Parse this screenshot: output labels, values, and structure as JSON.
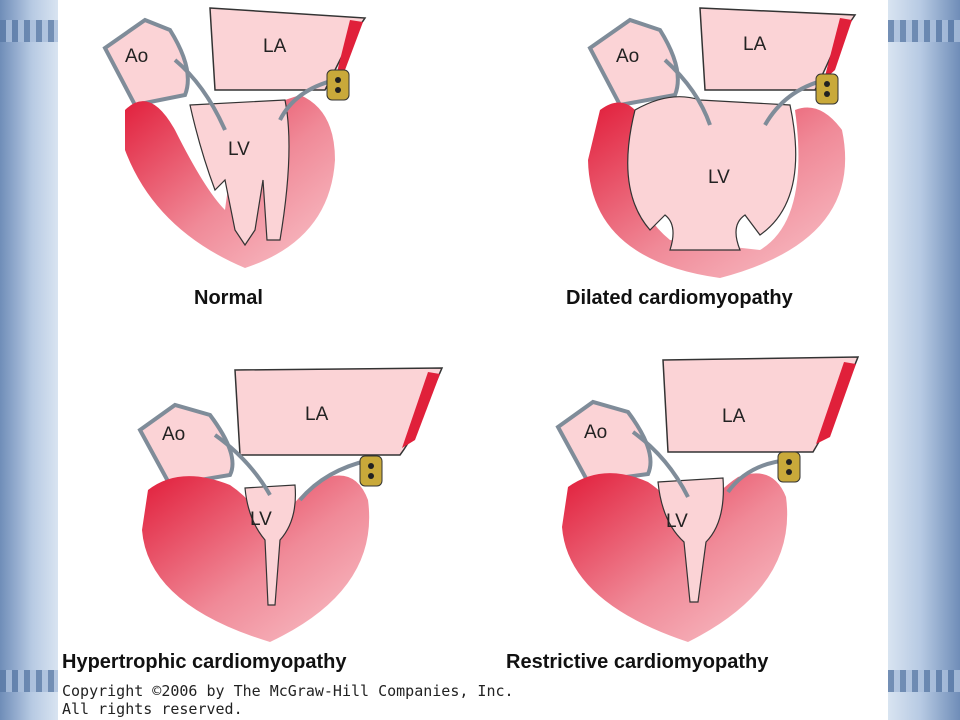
{
  "panels": [
    {
      "id": "normal",
      "caption": "Normal",
      "ao": "Ao",
      "la": "LA",
      "lv": "LV"
    },
    {
      "id": "dilated",
      "caption": "Dilated cardiomyopathy",
      "ao": "Ao",
      "la": "LA",
      "lv": "LV"
    },
    {
      "id": "hypertrophic",
      "caption": "Hypertrophic cardiomyopathy",
      "ao": "Ao",
      "la": "LA",
      "lv": "LV"
    },
    {
      "id": "restrictive",
      "caption": "Restrictive cardiomyopathy",
      "ao": "Ao",
      "la": "LA",
      "lv": "LV"
    }
  ],
  "copyright": {
    "line1": "Copyright ©2006 by The McGraw-Hill Companies, Inc.",
    "line2": "All rights reserved."
  },
  "colors": {
    "muscle_dark": "#e0203a",
    "muscle_light": "#f7b5bd",
    "chamber": "#fbd3d6",
    "valve": "#7f8c99",
    "node": "#c9a93a"
  }
}
